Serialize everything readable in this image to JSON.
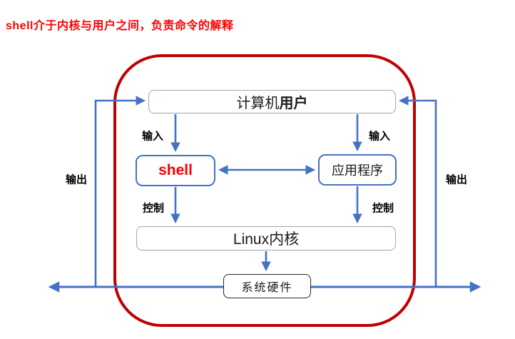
{
  "title": "shell介于内核与用户之间，负责命令的解释",
  "colors": {
    "title_red": "#ff0000",
    "frame_red": "#c00000",
    "connector_blue": "#4472c4",
    "box_border_gray": "#a6a6a6",
    "hardware_border_dark": "#262626",
    "shell_text_red": "#ff0000"
  },
  "diagram": {
    "user_box": {
      "label_regular": "计算机",
      "label_bold": "用户"
    },
    "shell_box": {
      "label": "shell"
    },
    "app_box": {
      "label": "应用程序"
    },
    "kernel_box": {
      "label": "Linux内核"
    },
    "hardware_box": {
      "label": "系统硬件"
    },
    "labels": {
      "input_left": "输入",
      "input_right": "输入",
      "control_left": "控制",
      "control_right": "控制",
      "output_left": "输出",
      "output_right": "输出"
    }
  }
}
